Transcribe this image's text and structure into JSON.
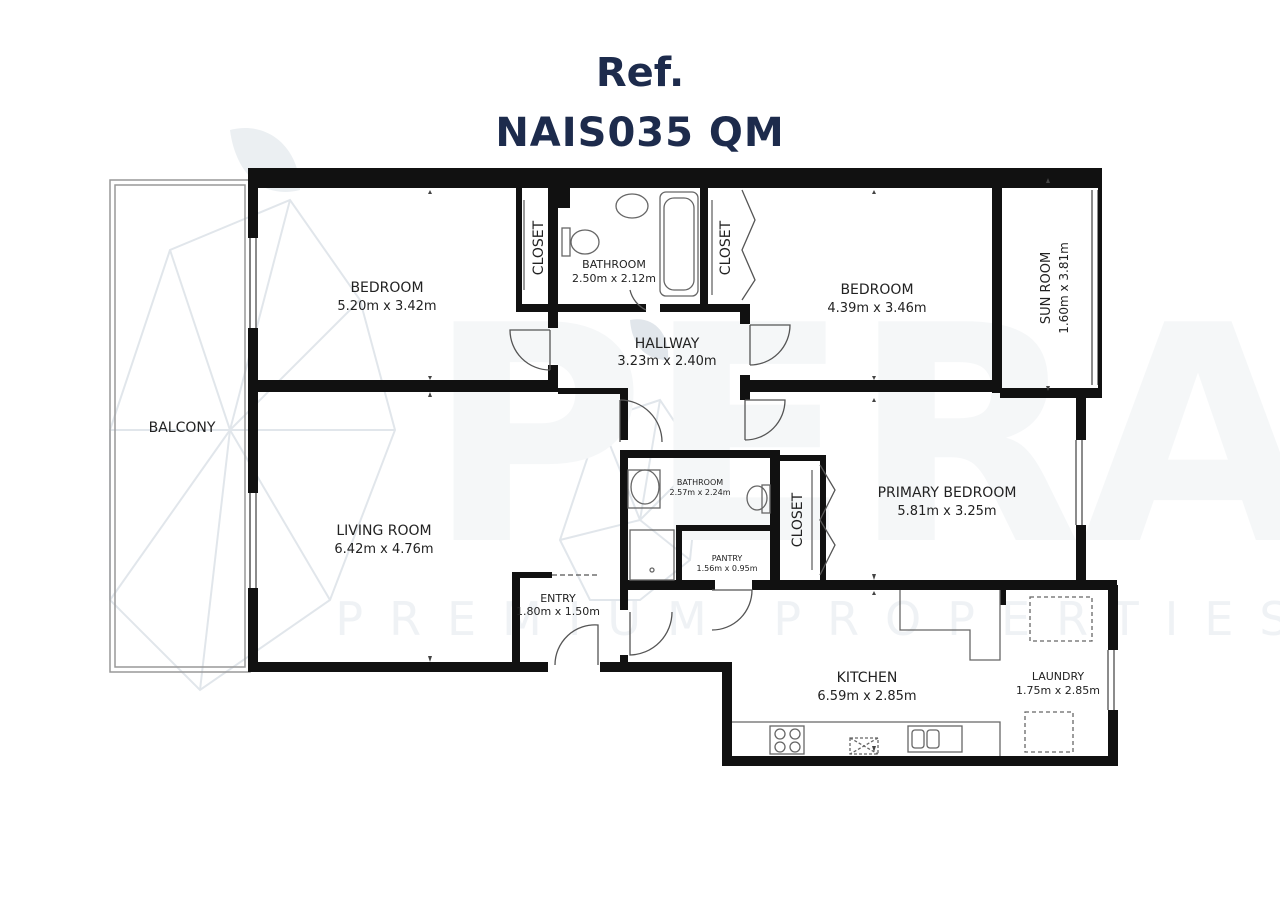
{
  "header": {
    "ref_label": "Ref.",
    "ref_code": "NAIS035 QM"
  },
  "watermark": {
    "brand": "PERA",
    "tagline": "PREMIUM PROPERTIES",
    "mark_color": "#b9c4cf"
  },
  "colors": {
    "title": "#1d2b4c",
    "wall": "#111111",
    "line": "#555555"
  },
  "rooms": {
    "bedroom_1": {
      "name": "BEDROOM",
      "size": "5.20m x 3.42m"
    },
    "closet_1": {
      "name": "CLOSET"
    },
    "bathroom_1": {
      "name": "BATHROOM",
      "size": "2.50m x 2.12m"
    },
    "closet_2": {
      "name": "CLOSET"
    },
    "bedroom_2": {
      "name": "BEDROOM",
      "size": "4.39m x 3.46m"
    },
    "sun_room": {
      "name": "SUN ROOM",
      "size": "1.60m x 3.81m"
    },
    "hallway": {
      "name": "HALLWAY",
      "size": "3.23m x 2.40m"
    },
    "balcony": {
      "name": "BALCONY"
    },
    "living_room": {
      "name": "LIVING ROOM",
      "size": "6.42m x 4.76m"
    },
    "bathroom_2": {
      "name": "BATHROOM",
      "size": "2.57m x 2.24m"
    },
    "pantry": {
      "name": "PANTRY",
      "size": "1.56m x 0.95m"
    },
    "closet_3": {
      "name": "CLOSET"
    },
    "primary_bedroom": {
      "name": "PRIMARY BEDROOM",
      "size": "5.81m x 3.25m"
    },
    "entry": {
      "name": "ENTRY",
      "size": "1.80m x 1.50m"
    },
    "kitchen": {
      "name": "KITCHEN",
      "size": "6.59m x 2.85m"
    },
    "laundry": {
      "name": "LAUNDRY",
      "size": "1.75m x 2.85m"
    }
  }
}
